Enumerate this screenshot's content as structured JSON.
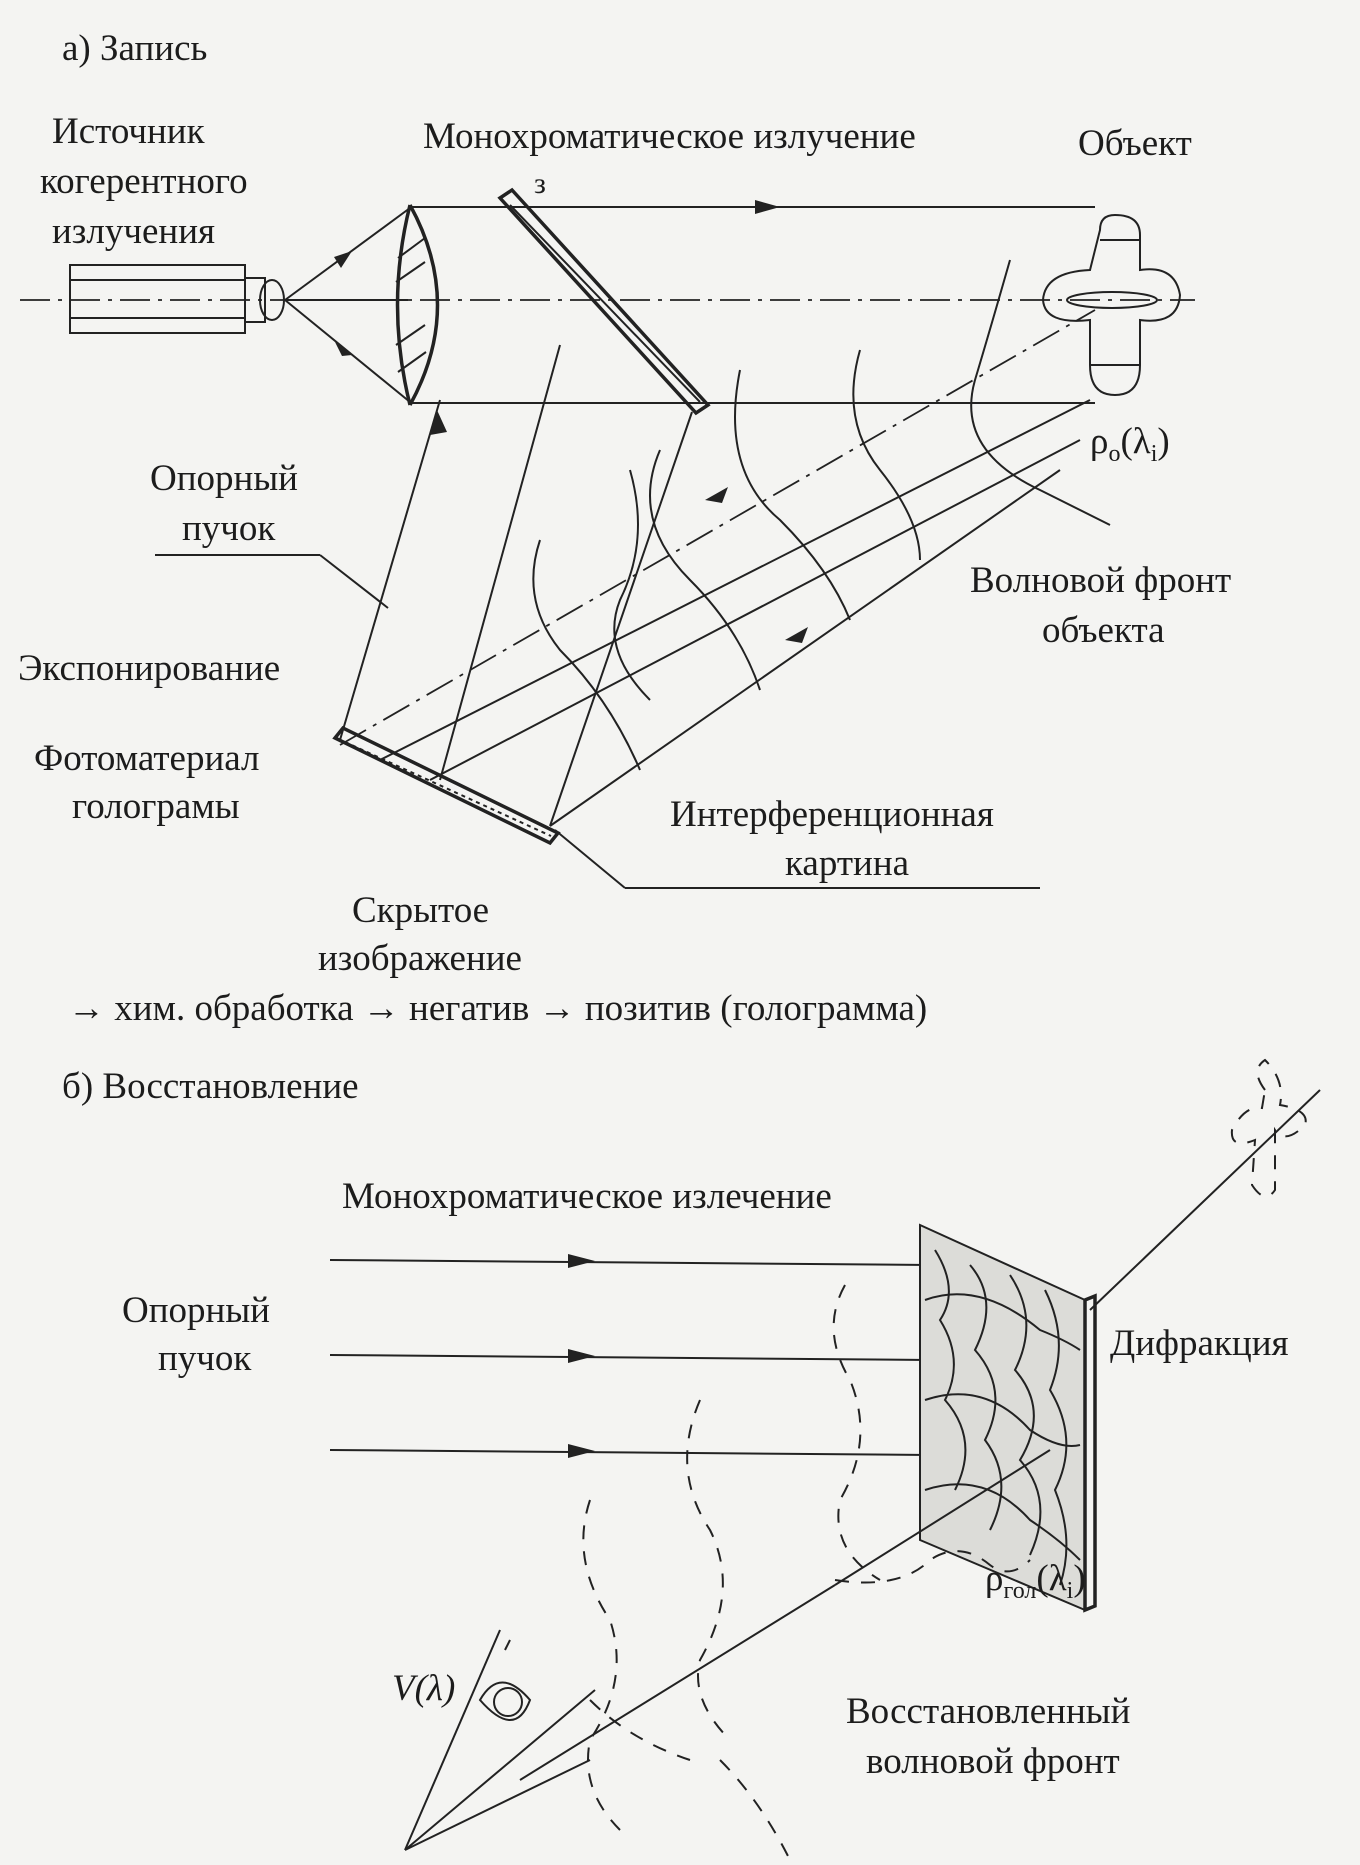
{
  "recording": {
    "heading": "а) Запись",
    "source_line1": "Источник",
    "source_line2": "когерентного",
    "source_line3": "излучения",
    "mono_radiation": "Монохроматическое излучение",
    "mirror_label": "з",
    "object_label": "Объект",
    "rho_o": "ρ",
    "rho_o_sub": "о",
    "rho_o_lambda": "(λ",
    "rho_o_lambda_sub": "i",
    "rho_o_close": ")",
    "reference_line1": "Опорный",
    "reference_line2": "пучок",
    "exposure": "Экспонирование",
    "photomaterial_line1": "Фотоматериал",
    "photomaterial_line2": "голограмы",
    "wavefront_line1": "Волновой фронт",
    "wavefront_line2": "объекта",
    "interference_line1": "Интерференционная",
    "interference_line2": "картина",
    "latent_line1": "Скрытое",
    "latent_line2": "изображение",
    "process_chain": "→ хим. обработка → негатив → позитив (голограмма)"
  },
  "reconstruction": {
    "heading": "б) Восстановление",
    "mono_radiation": "Монохроматическое излечение",
    "reference_line1": "Опорный",
    "reference_line2": "пучок",
    "diffraction": "Дифракция",
    "rho_hol": "ρ",
    "rho_hol_sub": "гол",
    "rho_hol_lambda": "(λ",
    "rho_hol_lambda_sub": "i",
    "rho_hol_close": ")",
    "v_lambda": "V(λ)",
    "restored_line1": "Восстановленный",
    "restored_line2": "волновой фронт"
  }
}
